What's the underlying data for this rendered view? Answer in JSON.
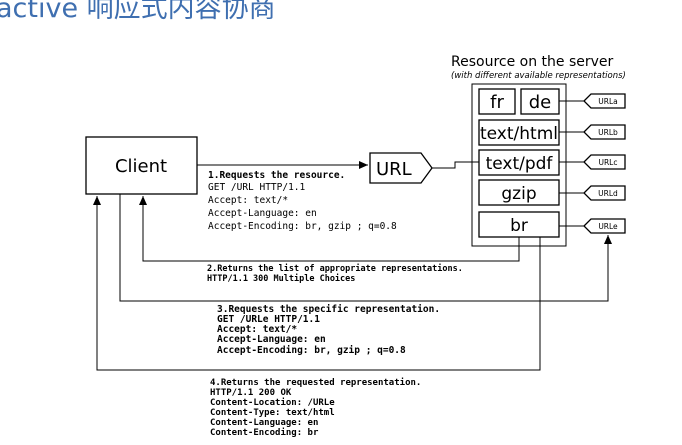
{
  "page_heading": "active 响应式内容协商",
  "server": {
    "title": "Resource on the server",
    "subtitle": "(with different available representations)",
    "representations": [
      "fr",
      "de",
      "text/html",
      "text/pdf",
      "gzip",
      "br"
    ],
    "url_tags": [
      "URLa",
      "URLb",
      "URLc",
      "URLd",
      "URLe"
    ]
  },
  "client": {
    "label": "Client"
  },
  "url_node": {
    "label": "URL"
  },
  "step1": {
    "lines": [
      "1.Requests the resource.",
      "GET /URL HTTP/1.1",
      "Accept: text/*",
      "Accept-Language: en",
      "Accept-Encoding: br, gzip ; q=0.8"
    ]
  },
  "step2": {
    "lines": [
      "2.Returns the list of appropriate representations.",
      "HTTP/1.1 300 Multiple Choices"
    ]
  },
  "step3": {
    "lines": [
      "3.Requests the specific representation.",
      "GET /URLe HTTP/1.1",
      "Accept: text/*",
      "Accept-Language: en",
      "Accept-Encoding: br, gzip ; q=0.8"
    ]
  },
  "step4": {
    "lines": [
      "4.Returns the requested representation.",
      "HTTP/1.1 200 OK",
      "Content-Location: /URLe",
      "Content-Type: text/html",
      "Content-Language: en",
      "Content-Encoding: br"
    ]
  }
}
